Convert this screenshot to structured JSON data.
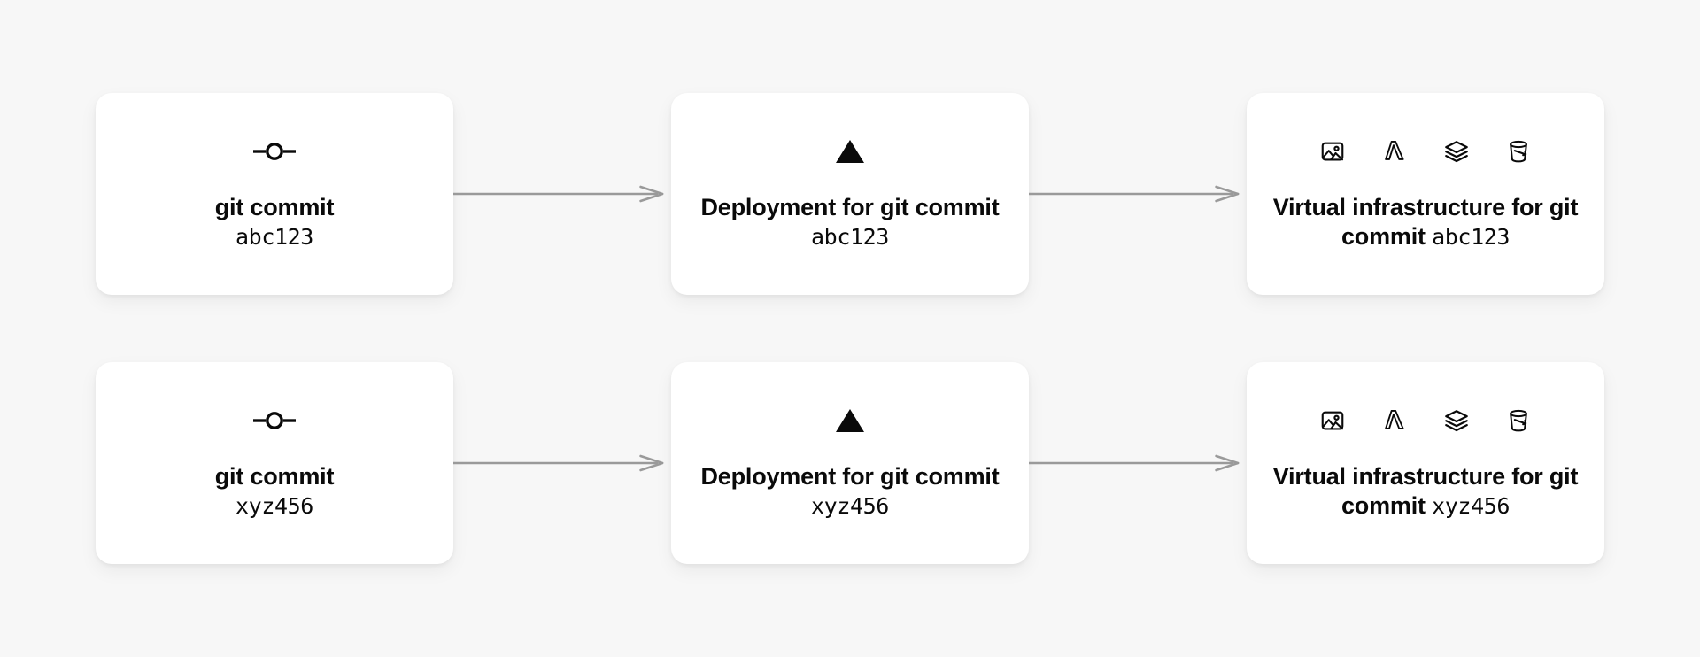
{
  "diagram": {
    "type": "pipeline-flow",
    "background_color": "#f7f7f7",
    "card_color": "#ffffff",
    "arrow_color": "#9a9a9a",
    "text_color": "#0a0a0a",
    "rows": [
      {
        "commit": "abc123",
        "stages": [
          {
            "id": "git-commit",
            "icons": [
              "git-commit-icon"
            ],
            "label_bold": "git commit",
            "label_mono": "abc123",
            "layout": "two-line"
          },
          {
            "id": "deployment",
            "icons": [
              "vercel-triangle-icon"
            ],
            "label_bold": "Deployment for git commit",
            "label_mono": "abc123",
            "layout": "inline"
          },
          {
            "id": "virtual-infrastructure",
            "icons": [
              "image-icon",
              "lambda-icon",
              "layers-icon",
              "bucket-icon"
            ],
            "label_bold": "Virtual infrastructure for git commit",
            "label_mono": "abc123",
            "layout": "inline"
          }
        ]
      },
      {
        "commit": "xyz456",
        "stages": [
          {
            "id": "git-commit",
            "icons": [
              "git-commit-icon"
            ],
            "label_bold": "git commit",
            "label_mono": "xyz456",
            "layout": "two-line"
          },
          {
            "id": "deployment",
            "icons": [
              "vercel-triangle-icon"
            ],
            "label_bold": "Deployment for git commit",
            "label_mono": "xyz456",
            "layout": "inline"
          },
          {
            "id": "virtual-infrastructure",
            "icons": [
              "image-icon",
              "lambda-icon",
              "layers-icon",
              "bucket-icon"
            ],
            "label_bold": "Virtual infrastructure for git commit",
            "label_mono": "xyz456",
            "layout": "inline"
          }
        ]
      }
    ]
  }
}
